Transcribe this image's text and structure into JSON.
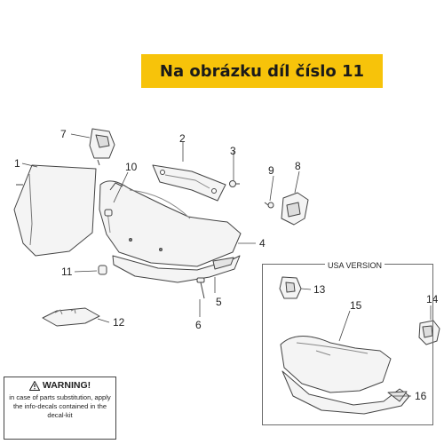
{
  "banner": {
    "text": "Na obrázku díl číslo 11"
  },
  "callouts": [
    "1",
    "2",
    "3",
    "4",
    "5",
    "6",
    "7",
    "8",
    "9",
    "10",
    "11",
    "12",
    "13",
    "14",
    "15",
    "16"
  ],
  "usa_section": {
    "title": "USA VERSION"
  },
  "warning": {
    "title": "WARNING!",
    "lines": [
      "in case of parts substitution, apply",
      "the info-decals contained in the decal-kit"
    ]
  },
  "colors": {
    "banner": "#f7c30a",
    "line": "#444444",
    "part_fill": "#f4f4f4"
  }
}
